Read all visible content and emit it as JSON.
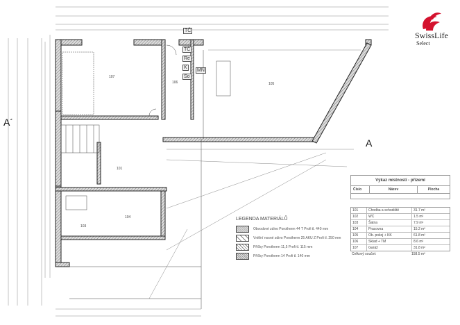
{
  "logo": {
    "name": "SwissLife",
    "sub": "Select",
    "color": "#d4122e"
  },
  "sections": {
    "left": "A´",
    "right": "A"
  },
  "rooms": [
    {
      "id": "107"
    },
    {
      "id": "106"
    },
    {
      "id": "105"
    },
    {
      "id": "101"
    },
    {
      "id": "103"
    },
    {
      "id": "104"
    }
  ],
  "kitchen_labels": [
    "TČ",
    "TČ",
    "Re",
    "K",
    "So",
    "MN"
  ],
  "legend": {
    "title": "LEGENDA MATERIÁLŮ",
    "items": [
      "Obvodové zdivo Porotherm 44 T Profi tl. 440 mm",
      "Vnitřní nosné zdivo Porotherm 25 AKU Z Profi tl. 250 mm",
      "Příčky Porotherm 11,5 Profi tl. 115 mm",
      "Příčky Porotherm 14 Profi tl. 140 mm"
    ]
  },
  "table": {
    "title": "Výkaz místností - přízemí",
    "columns": [
      "Číslo",
      "Název",
      "Plocha"
    ],
    "rows": [
      [
        "101",
        "Chodba a schodiště",
        "31.7 m²"
      ],
      [
        "102",
        "WC",
        "1.5 m²"
      ],
      [
        "103",
        "Šatna",
        "7.9 m²"
      ],
      [
        "104",
        "Pracovna",
        "15.2 m²"
      ],
      [
        "105",
        "Ob. pokoj + KK",
        "61.8 m²"
      ],
      [
        "106",
        "Sklad + TM",
        "8.6 m²"
      ],
      [
        "107",
        "Garáž",
        "31.8 m²"
      ]
    ],
    "total_label": "Celkový součet:",
    "total_value": "158.5 m²"
  }
}
